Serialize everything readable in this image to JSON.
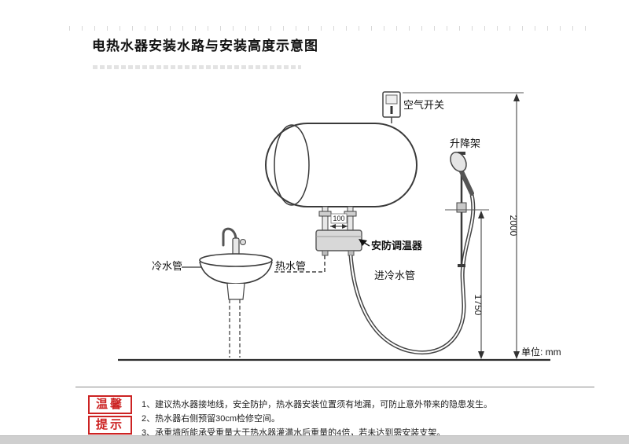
{
  "page": {
    "title": "电热水器安装水路与安装高度示意图",
    "unit_note": "单位: mm"
  },
  "diagram": {
    "labels": {
      "air_switch": "空气开关",
      "lift_rack": "升降架",
      "thermostat": "安防调温器",
      "cold_pipe": "冷水管",
      "hot_pipe": "热水管",
      "inlet_pipe": "进冷水管"
    },
    "dimensions": {
      "height_total": "2000",
      "height_outlet": "1750",
      "pipe_spacing": "100"
    }
  },
  "tips": {
    "badge": {
      "line1": "温馨",
      "line2": "提示"
    },
    "items": [
      "1、建议热水器接地线，安全防护，热水器安装位置须有地漏，可防止意外带来的隐患发生。",
      "2、热水器右侧预留30cm检修空间。",
      "3、承重墙所能承受重量大于热水器灌满水后重量的4倍，若未达到需安装支架。"
    ]
  },
  "colors": {
    "accent_red": "#cc2222",
    "line": "#3a3a3a",
    "box_fill": "#d8d8d8"
  }
}
